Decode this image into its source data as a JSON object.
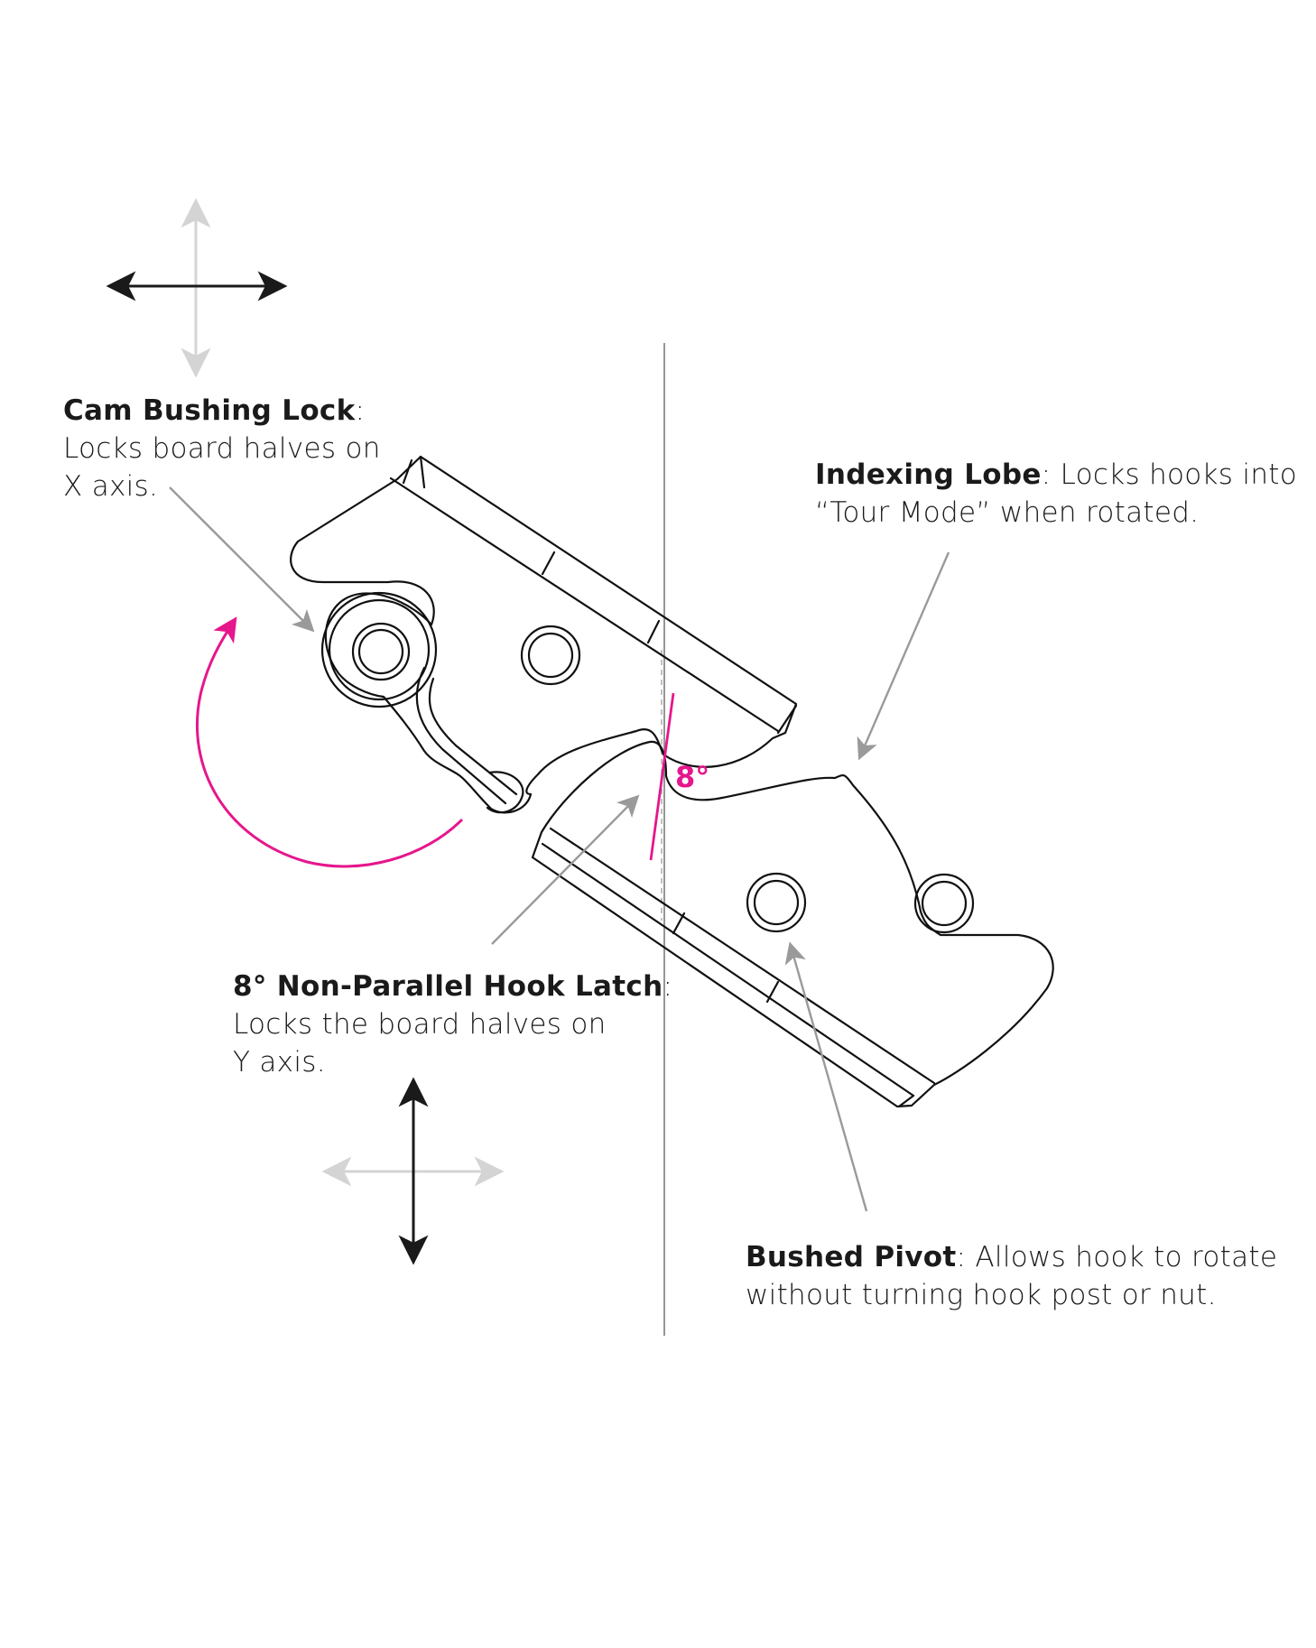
{
  "diagram": {
    "title": "Splitboard hook latch feature callouts",
    "colors": {
      "line": "#111111",
      "leader": "#9a9a9a",
      "accent": "#e6168c",
      "axis_active": "#1a1a1a",
      "axis_inactive": "#d4d4d4"
    },
    "callouts": [
      {
        "id": "cam-bushing-lock",
        "title": "Cam Bushing Lock",
        "colon": ":",
        "lines": [
          "Locks board halves on",
          "X axis."
        ]
      },
      {
        "id": "indexing-lobe",
        "title": "Indexing Lobe",
        "colon": ":",
        "lines": [
          " Locks hooks into",
          "“Tour Mode” when rotated."
        ]
      },
      {
        "id": "hook-latch",
        "title": "8° Non-Parallel Hook Latch",
        "colon": ":",
        "lines": [
          "Locks the board halves on",
          "Y axis."
        ]
      },
      {
        "id": "bushed-pivot",
        "title": "Bushed Pivot",
        "colon": ":",
        "lines": [
          " Allows hook to rotate",
          "without turning hook post or nut."
        ]
      }
    ],
    "angle_label": "8°",
    "axis_indicators": [
      {
        "id": "x-axis-lock",
        "active_axis": "horizontal"
      },
      {
        "id": "y-axis-lock",
        "active_axis": "vertical"
      }
    ],
    "rotation_arrow": {
      "direction": "clockwise",
      "color": "#e6168c"
    }
  }
}
